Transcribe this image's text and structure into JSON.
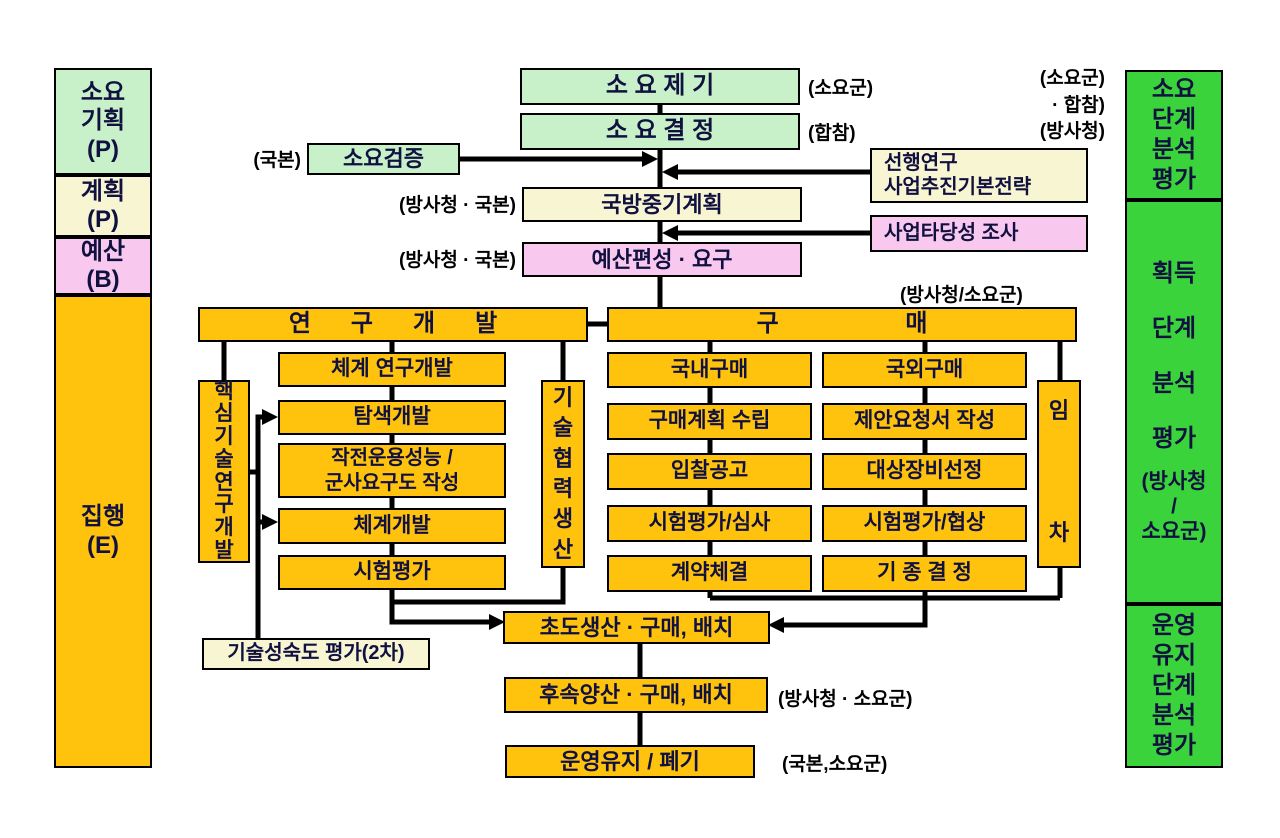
{
  "palette": {
    "light_green": "#c9f1c9",
    "ivory": "#f8f5d2",
    "pink": "#f8c8ef",
    "orange": "#ffc20d",
    "bright_green": "#3bd33b",
    "box_text": "#111140",
    "label_text": "#000000"
  },
  "left_sidebar": {
    "requirement_planning": "소요\n기획\n(P)",
    "planning": "계획\n(P)",
    "budget": "예산\n(B)",
    "execution": "집행\n(E)"
  },
  "right_sidebar": {
    "requirement_stage": "소요\n단계\n분석\n평가",
    "acquisition_stage": "획득\n\n단계\n\n분석\n\n평가",
    "acquisition_stage_org": "(방사청\n/\n소요군)",
    "operation_stage": "운영\n유지\n단계\n분석\n평가"
  },
  "top_flow": {
    "requirement_raise": "소 요 제 기",
    "requirement_raise_org": "(소요군)",
    "requirement_decision": "소 요 결 정",
    "requirement_decision_org": "(합참)",
    "requirement_verification": "소요검증",
    "requirement_verification_org": "(국본)",
    "top_right_note": "(소요군)\n· 합참)\n(방사청)",
    "midterm_plan": "국방중기계획",
    "midterm_plan_org": "(방사청 · 국본)",
    "prior_research": "선행연구\n사업추진기본전략",
    "budget_formulation": "예산편성 · 요구",
    "budget_formulation_org": "(방사청 · 국본)",
    "feasibility_study": "사업타당성 조사"
  },
  "rnd": {
    "header": "연      구      개      발",
    "steps": [
      "체계 연구개발",
      "탐색개발",
      "작전운용성능 /\n군사요구도 작성",
      "체계개발",
      "시험평가"
    ],
    "core_tech": "핵\n심\n기\n술\n연\n구\n개\n발",
    "tech_coop": "기\n술\n협\n력\n생\n산",
    "tra_note": "기술성숙도 평가(2차)"
  },
  "purchase": {
    "header": "구                   매",
    "header_org": "(방사청/소요군)",
    "domestic": [
      "국내구매",
      "구매계획 수립",
      "입찰공고",
      "시험평가/심사",
      "계약체결"
    ],
    "foreign": [
      "국외구매",
      "제안요청서 작성",
      "대상장비선정",
      "시험평가/협상",
      "기 종 결 정"
    ],
    "rental_top": "임",
    "rental_bottom": "차"
  },
  "bottom_flow": {
    "initial_production": "초도생산 · 구매, 배치",
    "follow_on_production": "후속양산 · 구매, 배치",
    "follow_on_org": "(방사청 · 소요군)",
    "operation_disposal": "운영유지 / 폐기",
    "operation_disposal_org": "(국본,소요군)"
  }
}
